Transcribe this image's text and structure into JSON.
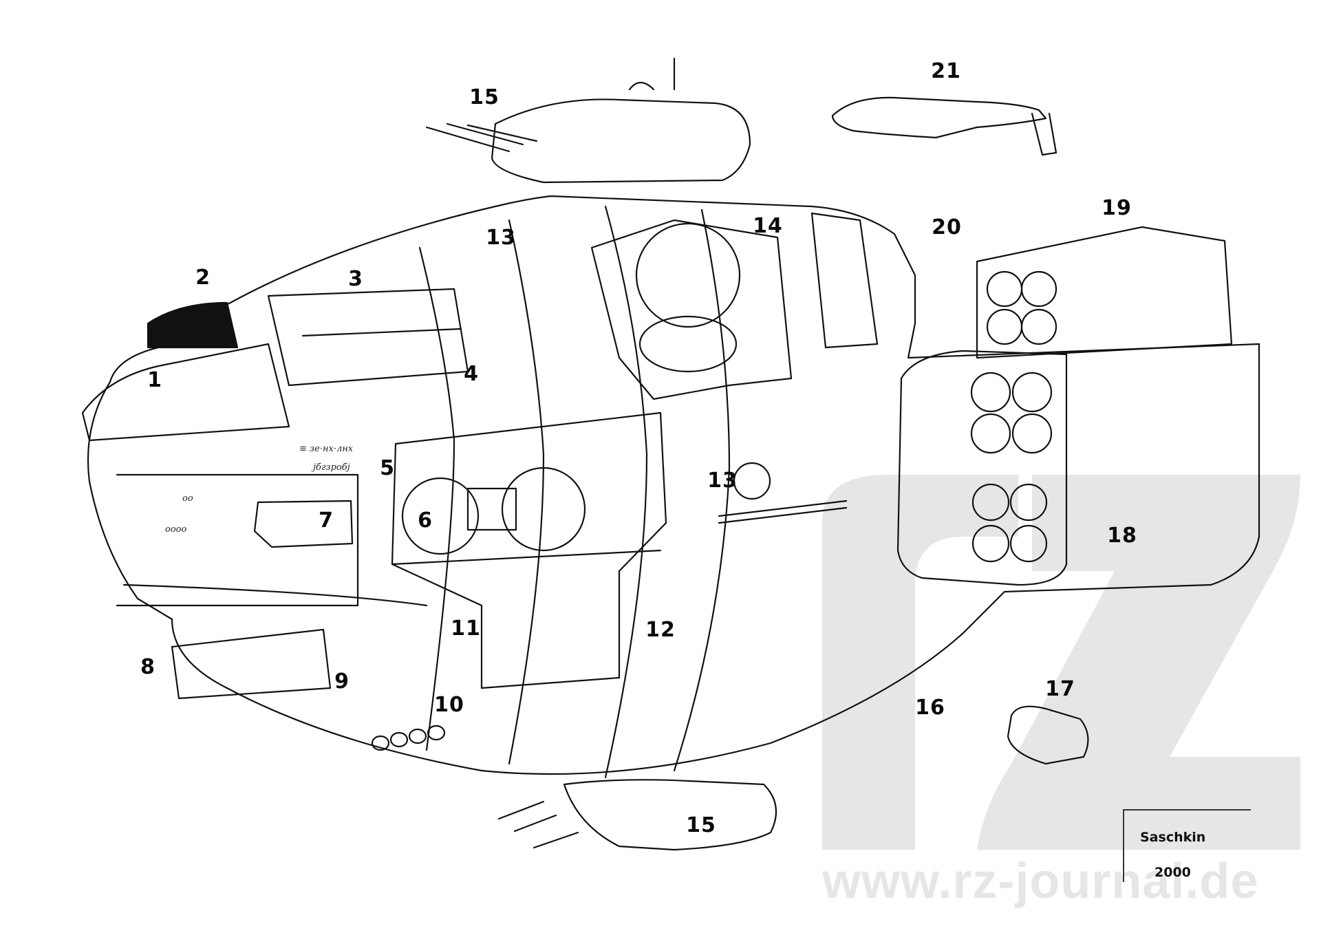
{
  "image": {
    "type": "cutaway illustration",
    "subject": "spaceship cutaway with numbered component callouts"
  },
  "callouts": [
    {
      "id": "1",
      "label": "1"
    },
    {
      "id": "2",
      "label": "2"
    },
    {
      "id": "3",
      "label": "3"
    },
    {
      "id": "4",
      "label": "4"
    },
    {
      "id": "5",
      "label": "5"
    },
    {
      "id": "6",
      "label": "6"
    },
    {
      "id": "7",
      "label": "7"
    },
    {
      "id": "8",
      "label": "8"
    },
    {
      "id": "9",
      "label": "9"
    },
    {
      "id": "10",
      "label": "10"
    },
    {
      "id": "11",
      "label": "11"
    },
    {
      "id": "12",
      "label": "12"
    },
    {
      "id": "13a",
      "label": "13"
    },
    {
      "id": "13b",
      "label": "13"
    },
    {
      "id": "14",
      "label": "14"
    },
    {
      "id": "15a",
      "label": "15"
    },
    {
      "id": "15b",
      "label": "15"
    },
    {
      "id": "16",
      "label": "16"
    },
    {
      "id": "17",
      "label": "17"
    },
    {
      "id": "18",
      "label": "18"
    },
    {
      "id": "19",
      "label": "19"
    },
    {
      "id": "20",
      "label": "20"
    },
    {
      "id": "21",
      "label": "21"
    }
  ],
  "hull_markings": {
    "inscription_line1": "≡ зе·нх·лнх",
    "inscription_line2": "јбгзробј",
    "panel_code_a": "oooo",
    "panel_code_b": "oo"
  },
  "signature": {
    "author": "Saschkin",
    "year": "2000"
  },
  "watermark": {
    "logo": "rz",
    "url": "www.rz-journal.de"
  },
  "colors": {
    "ink": "#0a0a0a",
    "watermark": "#e6e6e6",
    "background": "#ffffff"
  }
}
